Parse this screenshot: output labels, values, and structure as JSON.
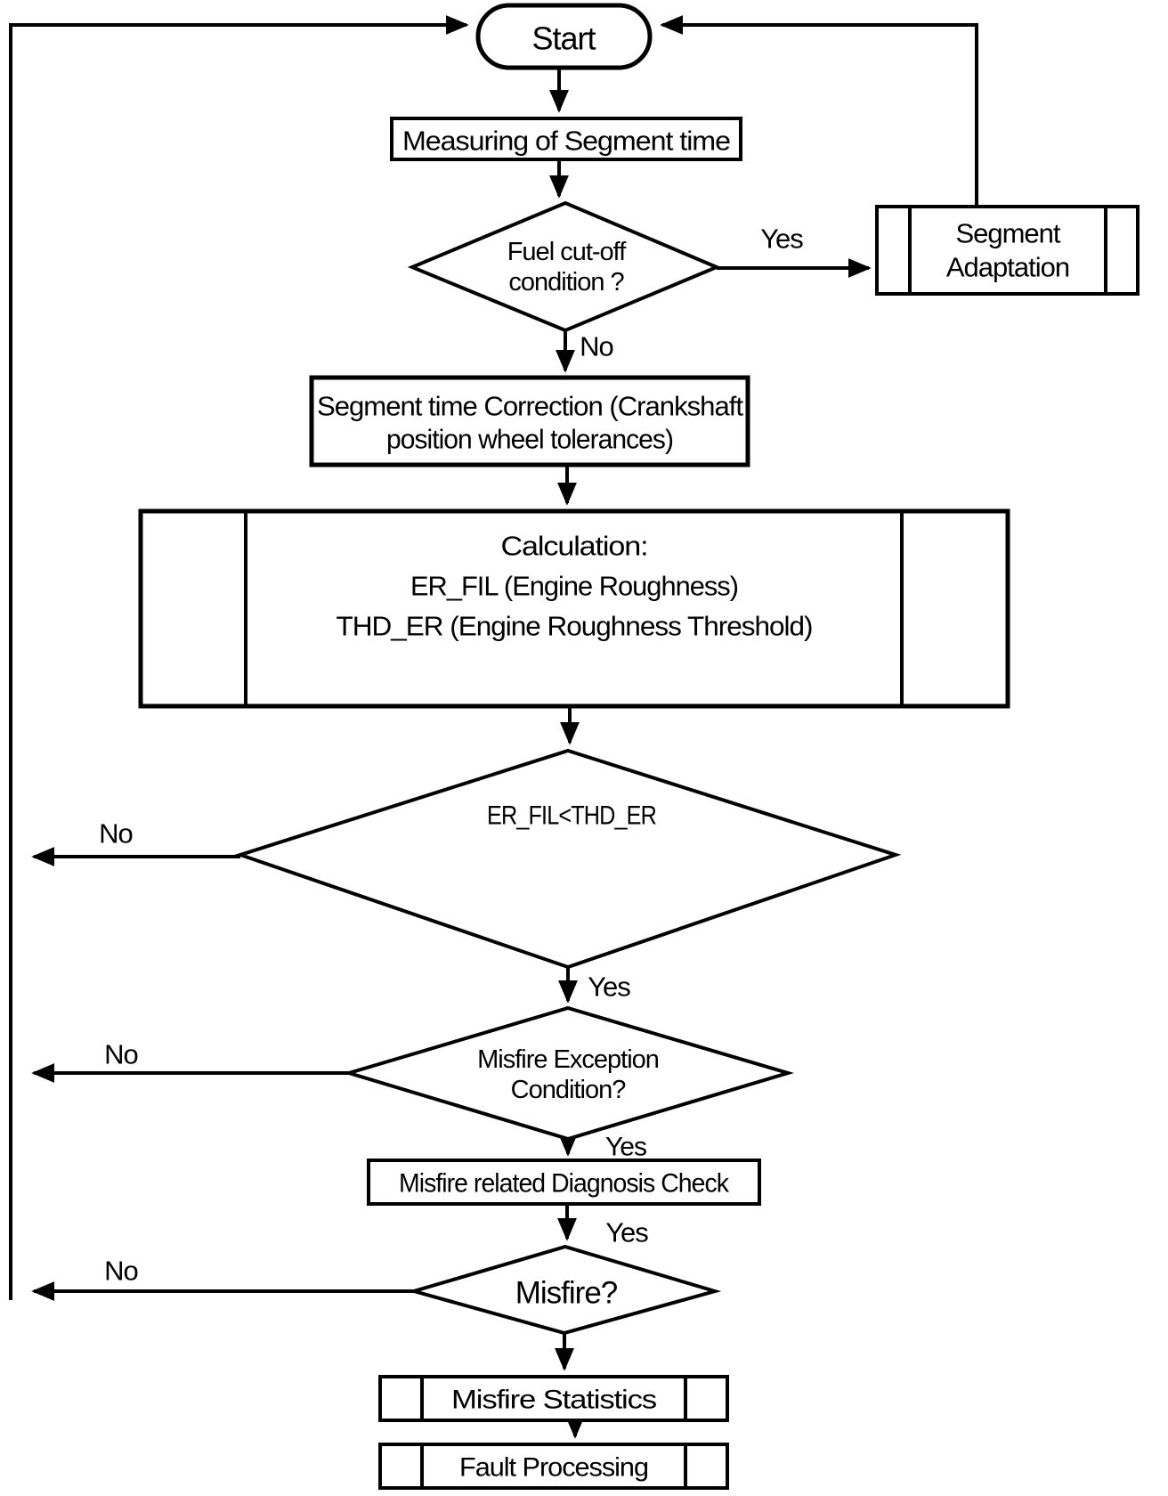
{
  "diagram": {
    "type": "flowchart",
    "colors": {
      "ink": "#000000",
      "background": "#ffffff"
    },
    "nodes": {
      "start": {
        "shape": "terminator",
        "label": "Start"
      },
      "measuring": {
        "shape": "process",
        "label": "Measuring of Segment time"
      },
      "fuel_cutoff": {
        "shape": "decision",
        "line1": "Fuel cut-off",
        "line2": "condition ?"
      },
      "segment_adaptation": {
        "shape": "predefined-process",
        "line1": "Segment",
        "line2": "Adaptation"
      },
      "correction": {
        "shape": "process",
        "line1": "Segment time Correction (Crankshaft",
        "line2": "position wheel tolerances)"
      },
      "calculation": {
        "shape": "predefined-process",
        "line1": "Calculation:",
        "line2": "ER_FIL (Engine Roughness)",
        "line3": "THD_ER (Engine Roughness Threshold)"
      },
      "er_check": {
        "shape": "decision",
        "label": "ER_FIL<THD_ER"
      },
      "misfire_exception": {
        "shape": "decision",
        "line1": "Misfire Exception",
        "line2": "Condition?"
      },
      "diagnosis_check": {
        "shape": "process",
        "label": "Misfire related Diagnosis Check"
      },
      "misfire": {
        "shape": "decision",
        "label": "Misfire?"
      },
      "misfire_statistics": {
        "shape": "predefined-process",
        "label": "Misfire Statistics"
      },
      "fault_processing": {
        "shape": "predefined-process",
        "label": "Fault Processing"
      }
    },
    "labels": {
      "fuel_yes": "Yes",
      "fuel_no": "No",
      "er_no": "No",
      "er_yes": "Yes",
      "exception_no": "No",
      "exception_yes": "Yes",
      "diagnosis_yes": "Yes",
      "misfire_no": "No"
    }
  }
}
